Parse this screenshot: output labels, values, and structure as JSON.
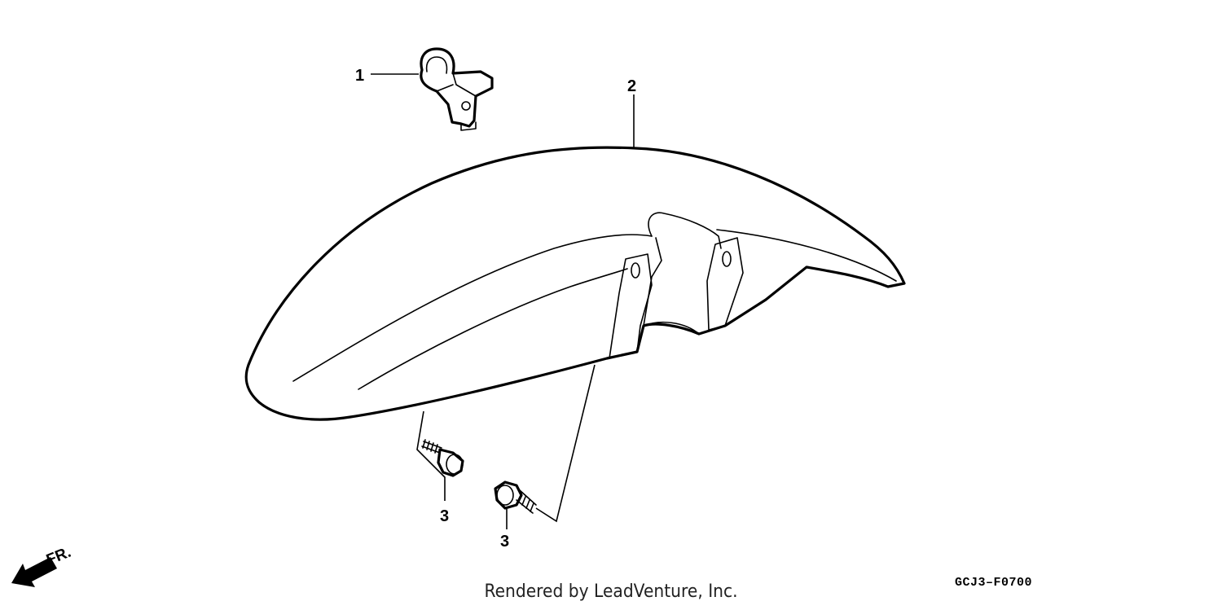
{
  "callouts": {
    "clip": "1",
    "fender": "2",
    "bolt_left": "3",
    "bolt_right": "3"
  },
  "direction_label": "FR.",
  "footer": {
    "credit": "Rendered by LeadVenture, Inc.",
    "diagram_code": "GCJ3–F0700"
  },
  "colors": {
    "line": "#000000",
    "background": "#ffffff"
  }
}
